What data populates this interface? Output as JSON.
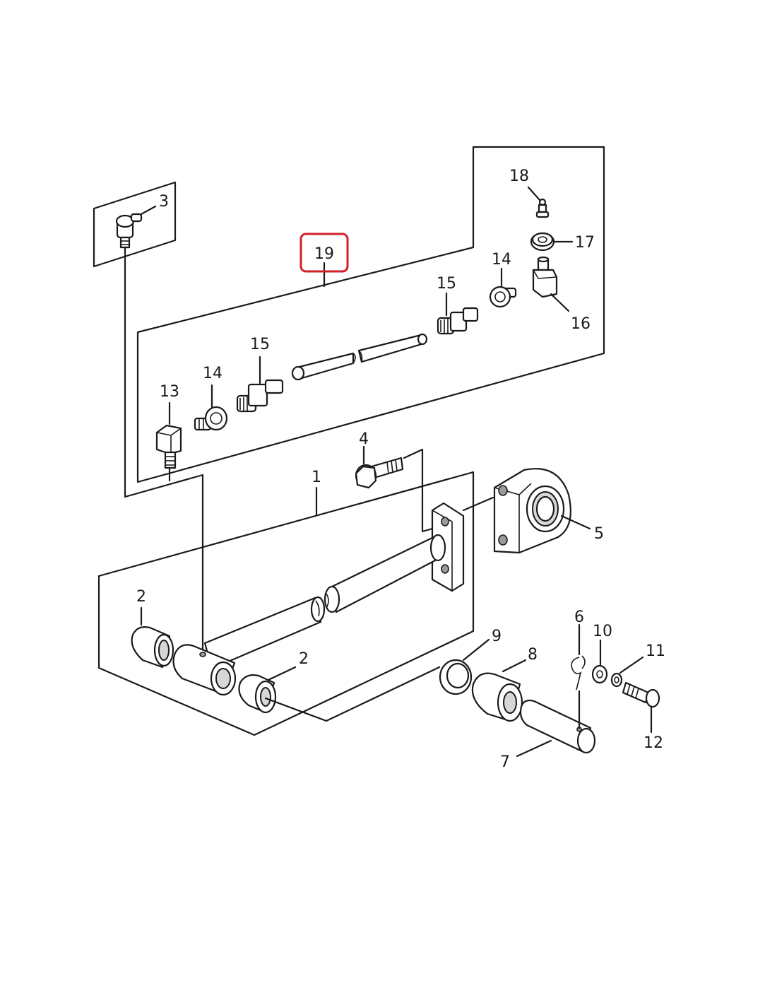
{
  "callouts": {
    "c1": "1",
    "c2a": "2",
    "c2b": "2",
    "c3": "3",
    "c4": "4",
    "c5": "5",
    "c6": "6",
    "c7": "7",
    "c8": "8",
    "c9": "9",
    "c10": "10",
    "c11": "11",
    "c12": "12",
    "c13": "13",
    "c14a": "14",
    "c14b": "14",
    "c15a": "15",
    "c15b": "15",
    "c16": "16",
    "c17": "17",
    "c18": "18",
    "c19": "19"
  },
  "highlight_color": "#d0202a"
}
